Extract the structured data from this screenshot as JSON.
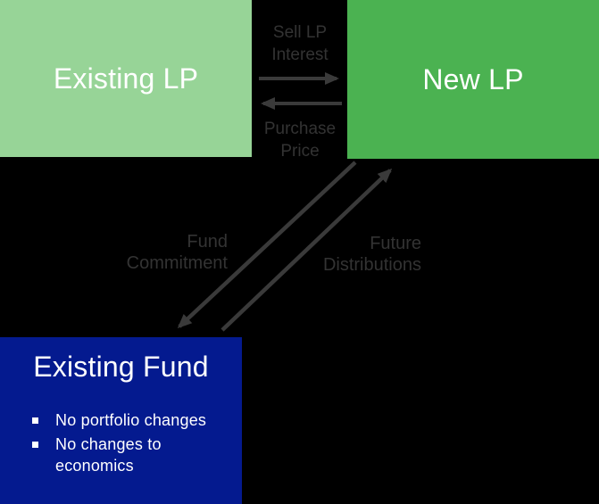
{
  "diagram": {
    "background_color": "#000000",
    "boxes": {
      "existing_lp": {
        "label": "Existing LP",
        "color": "#97D497",
        "text_color": "#FFFFFF"
      },
      "new_lp": {
        "label": "New LP",
        "color": "#4BB251",
        "text_color": "#FFFFFF"
      },
      "existing_fund": {
        "label": "Existing Fund",
        "color": "#041A8F",
        "text_color": "#FFFFFF",
        "bullet_1": "No portfolio changes",
        "bullet_2": "No changes to\neconomics"
      }
    },
    "arrows": {
      "sell_lp_interest": {
        "label": "Sell LP\nInterest",
        "direction": "right",
        "color": "#3A3A3A"
      },
      "purchase_price": {
        "label": "Purchase\nPrice",
        "direction": "left",
        "color": "#3A3A3A"
      },
      "fund_commitment": {
        "label": "Fund\nCommitment",
        "direction": "down-left",
        "color": "#3A3A3A"
      },
      "future_distributions": {
        "label": "Future\nDistributions",
        "direction": "up-right",
        "color": "#3A3A3A"
      }
    }
  }
}
